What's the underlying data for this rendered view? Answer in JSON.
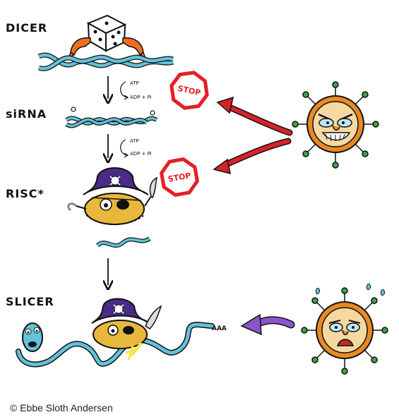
{
  "stages": {
    "dicer": "DICER",
    "sirna": "siRNA",
    "risc": "RISC*",
    "slicer": "SLICER"
  },
  "reaction1": {
    "atp": "ATP",
    "adp": "ADP + Pi"
  },
  "reaction2": {
    "atp": "ATP",
    "adp": "ADP + Pi"
  },
  "stop1": "STOP",
  "stop2": "STOP",
  "polya": "AAA",
  "credit": "© Ebbe Sloth Andersen",
  "colors": {
    "dna": "#62c3d9",
    "stop_red": "#e32026",
    "red_arrow": "#d8222a",
    "purple_arrow": "#8a55c8",
    "virus_orange": "#e88a24",
    "virus_spike": "#3aa646",
    "pirate_hat": "#4b2b87"
  }
}
